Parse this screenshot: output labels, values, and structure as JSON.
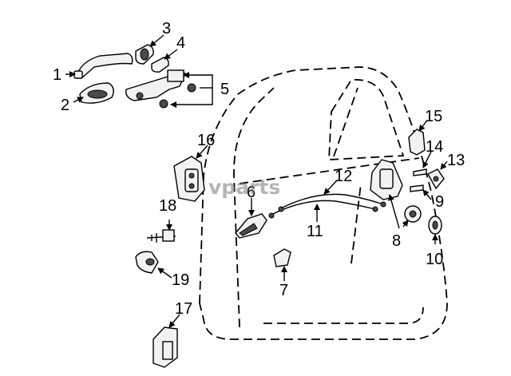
{
  "watermark": "vparts",
  "callouts": [
    "1",
    "2",
    "3",
    "4",
    "5",
    "6",
    "7",
    "8",
    "9",
    "10",
    "11",
    "12",
    "13",
    "14",
    "15",
    "16",
    "17",
    "18",
    "19"
  ],
  "colors": {
    "line": "#000000",
    "fill": "#f2f2f2",
    "dark": "#4a4a4a",
    "watermark": "#7a7a7a"
  }
}
